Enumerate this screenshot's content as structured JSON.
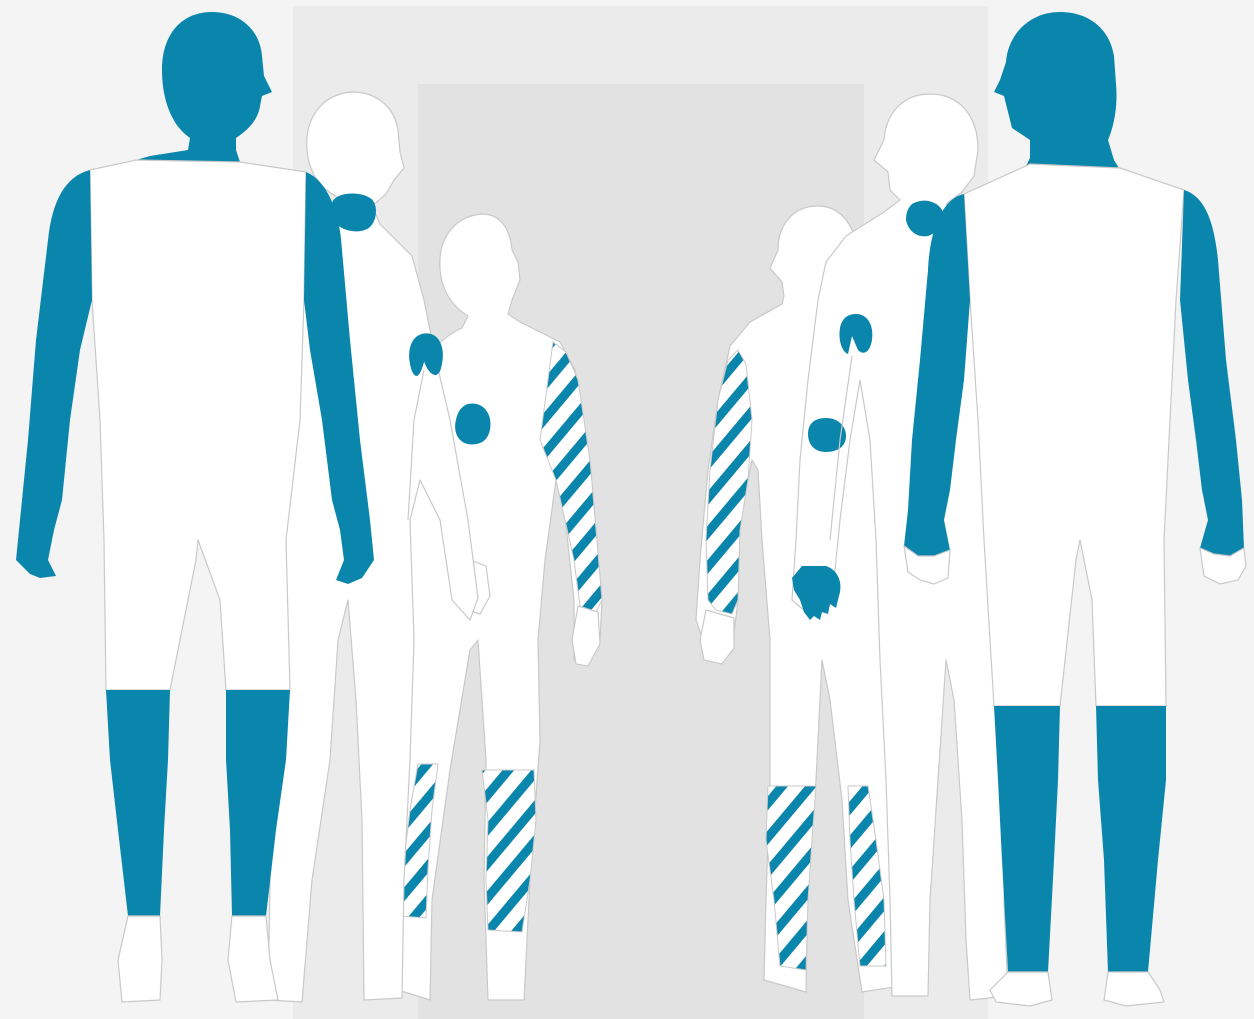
{
  "colors": {
    "background": "#f4f4f4",
    "panel_outer": "#ebebeb",
    "panel_inner": "#e2e2e2",
    "accent": "#0a86ad",
    "figure": "#ffffff",
    "outline": "#c9c9c9"
  },
  "figures": [
    {
      "id": "front-left",
      "view": "front",
      "regions": [
        "head",
        "neck",
        "arms",
        "lower-legs"
      ],
      "pattern": "solid"
    },
    {
      "id": "back-left-middle",
      "view": "back",
      "regions": [
        "neck-spot",
        "shoulder-spot",
        "mid-back-spot"
      ],
      "pattern": "solid"
    },
    {
      "id": "back-left-inner",
      "view": "back",
      "regions": [
        "right-arm",
        "calves"
      ],
      "pattern": "striped"
    },
    {
      "id": "back-right-inner",
      "view": "back",
      "regions": [
        "left-arm",
        "calves"
      ],
      "pattern": "striped"
    },
    {
      "id": "back-right-middle",
      "view": "back",
      "regions": [
        "neck-spot",
        "shoulder-spot",
        "mid-back-spot",
        "hand"
      ],
      "pattern": "solid"
    },
    {
      "id": "front-right",
      "view": "back",
      "regions": [
        "head",
        "neck",
        "arms",
        "lower-legs"
      ],
      "pattern": "solid"
    }
  ]
}
